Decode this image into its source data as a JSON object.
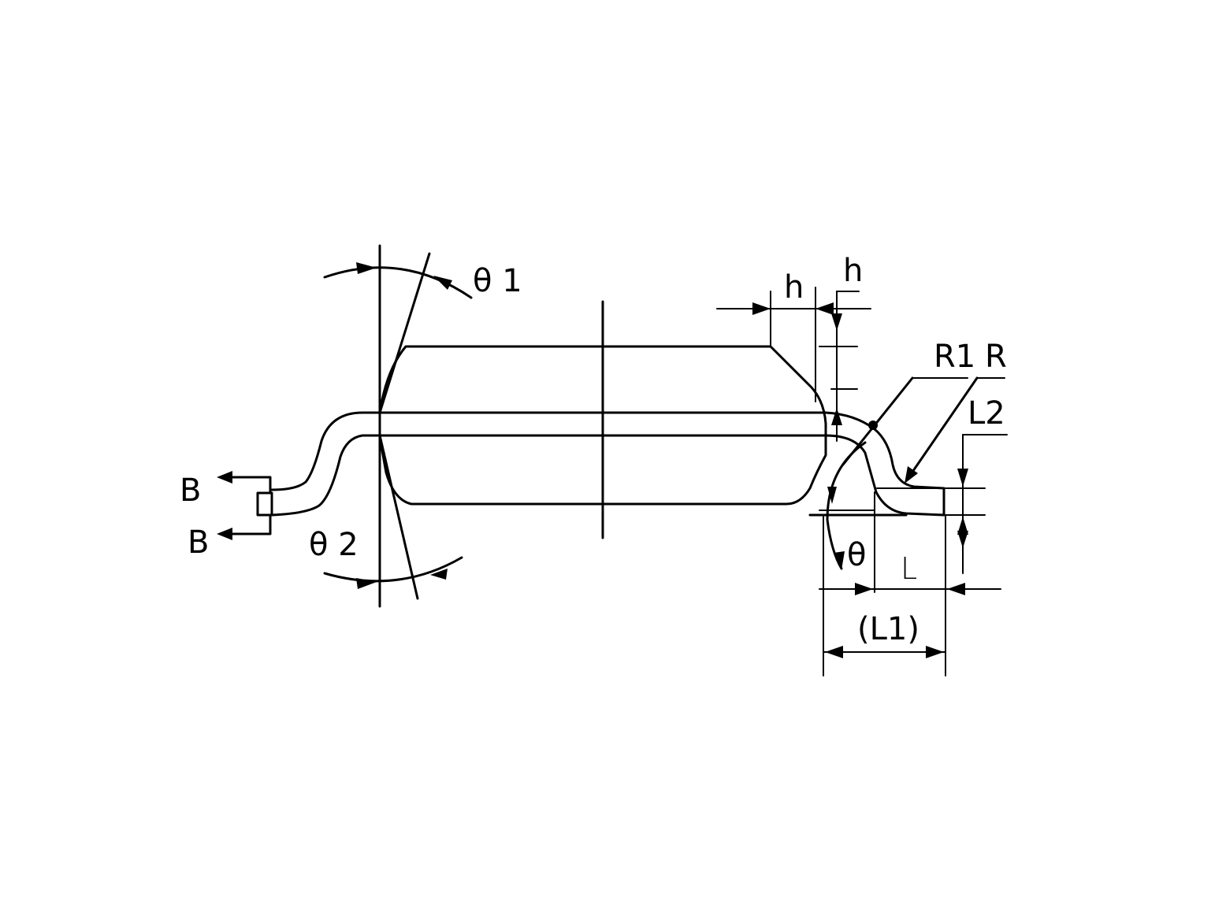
{
  "labels": {
    "theta1": "θ 1",
    "theta2": "θ 2",
    "theta": "θ",
    "h_top": "h",
    "h_side": "h",
    "r1": "R1",
    "r": "R",
    "l2": "L2",
    "l": "L",
    "l1": "(L1)",
    "b_top": "B",
    "b_bottom": "B"
  },
  "colors": {
    "stroke": "#000000",
    "background": "#ffffff"
  }
}
